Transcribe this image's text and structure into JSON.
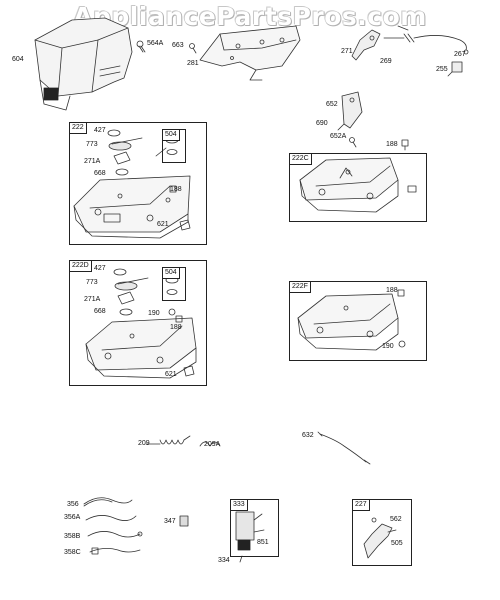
{
  "watermark": "AppliancePartsPros.com",
  "callouts": {
    "c604": "604",
    "c564a": "564A",
    "c663": "663",
    "c281": "281",
    "c271": "271",
    "c269": "269",
    "c267": "267",
    "c255": "255",
    "c652": "652",
    "c690": "690",
    "c652a": "652A",
    "c188_top": "188",
    "c209": "209",
    "c209a": "209A",
    "c632": "632",
    "c356": "356",
    "c356a": "356A",
    "c358b": "358B",
    "c358c": "358C",
    "c347": "347",
    "c334": "334"
  },
  "box_222": {
    "title": "222",
    "c427": "427",
    "c773": "773",
    "c271a": "271A",
    "c668": "668",
    "c188": "188",
    "c621": "621",
    "sub": "504"
  },
  "box_222c": {
    "title": "222C"
  },
  "box_222d": {
    "title": "222D",
    "c427": "427",
    "c773": "773",
    "c271a": "271A",
    "c668": "668",
    "c190": "190",
    "c188": "188",
    "c621": "621",
    "sub": "504"
  },
  "box_222f": {
    "title": "222F",
    "c188": "188",
    "c190": "190"
  },
  "box_333": {
    "title": "333",
    "c851": "851"
  },
  "box_227": {
    "title": "227",
    "c562": "562",
    "c505": "505"
  }
}
